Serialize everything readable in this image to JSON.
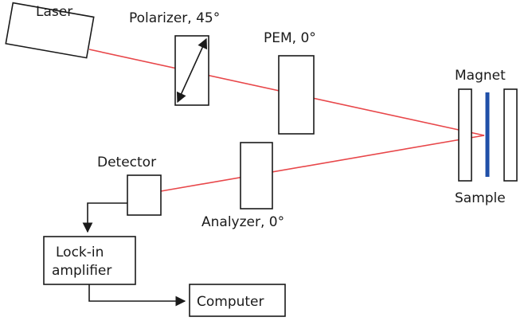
{
  "diagram": {
    "labels": {
      "laser": "Laser",
      "polarizer": "Polarizer, 45°",
      "pem": "PEM, 0°",
      "magnet": "Magnet",
      "sample": "Sample",
      "detector": "Detector",
      "analyzer": "Analyzer, 0°",
      "lockin_line1": "Lock-in",
      "lockin_line2": "amplifier",
      "computer": "Computer"
    },
    "colors": {
      "beam": "#e8474a",
      "sample": "#1f4fa8",
      "outline": "#1a1a1a"
    }
  }
}
